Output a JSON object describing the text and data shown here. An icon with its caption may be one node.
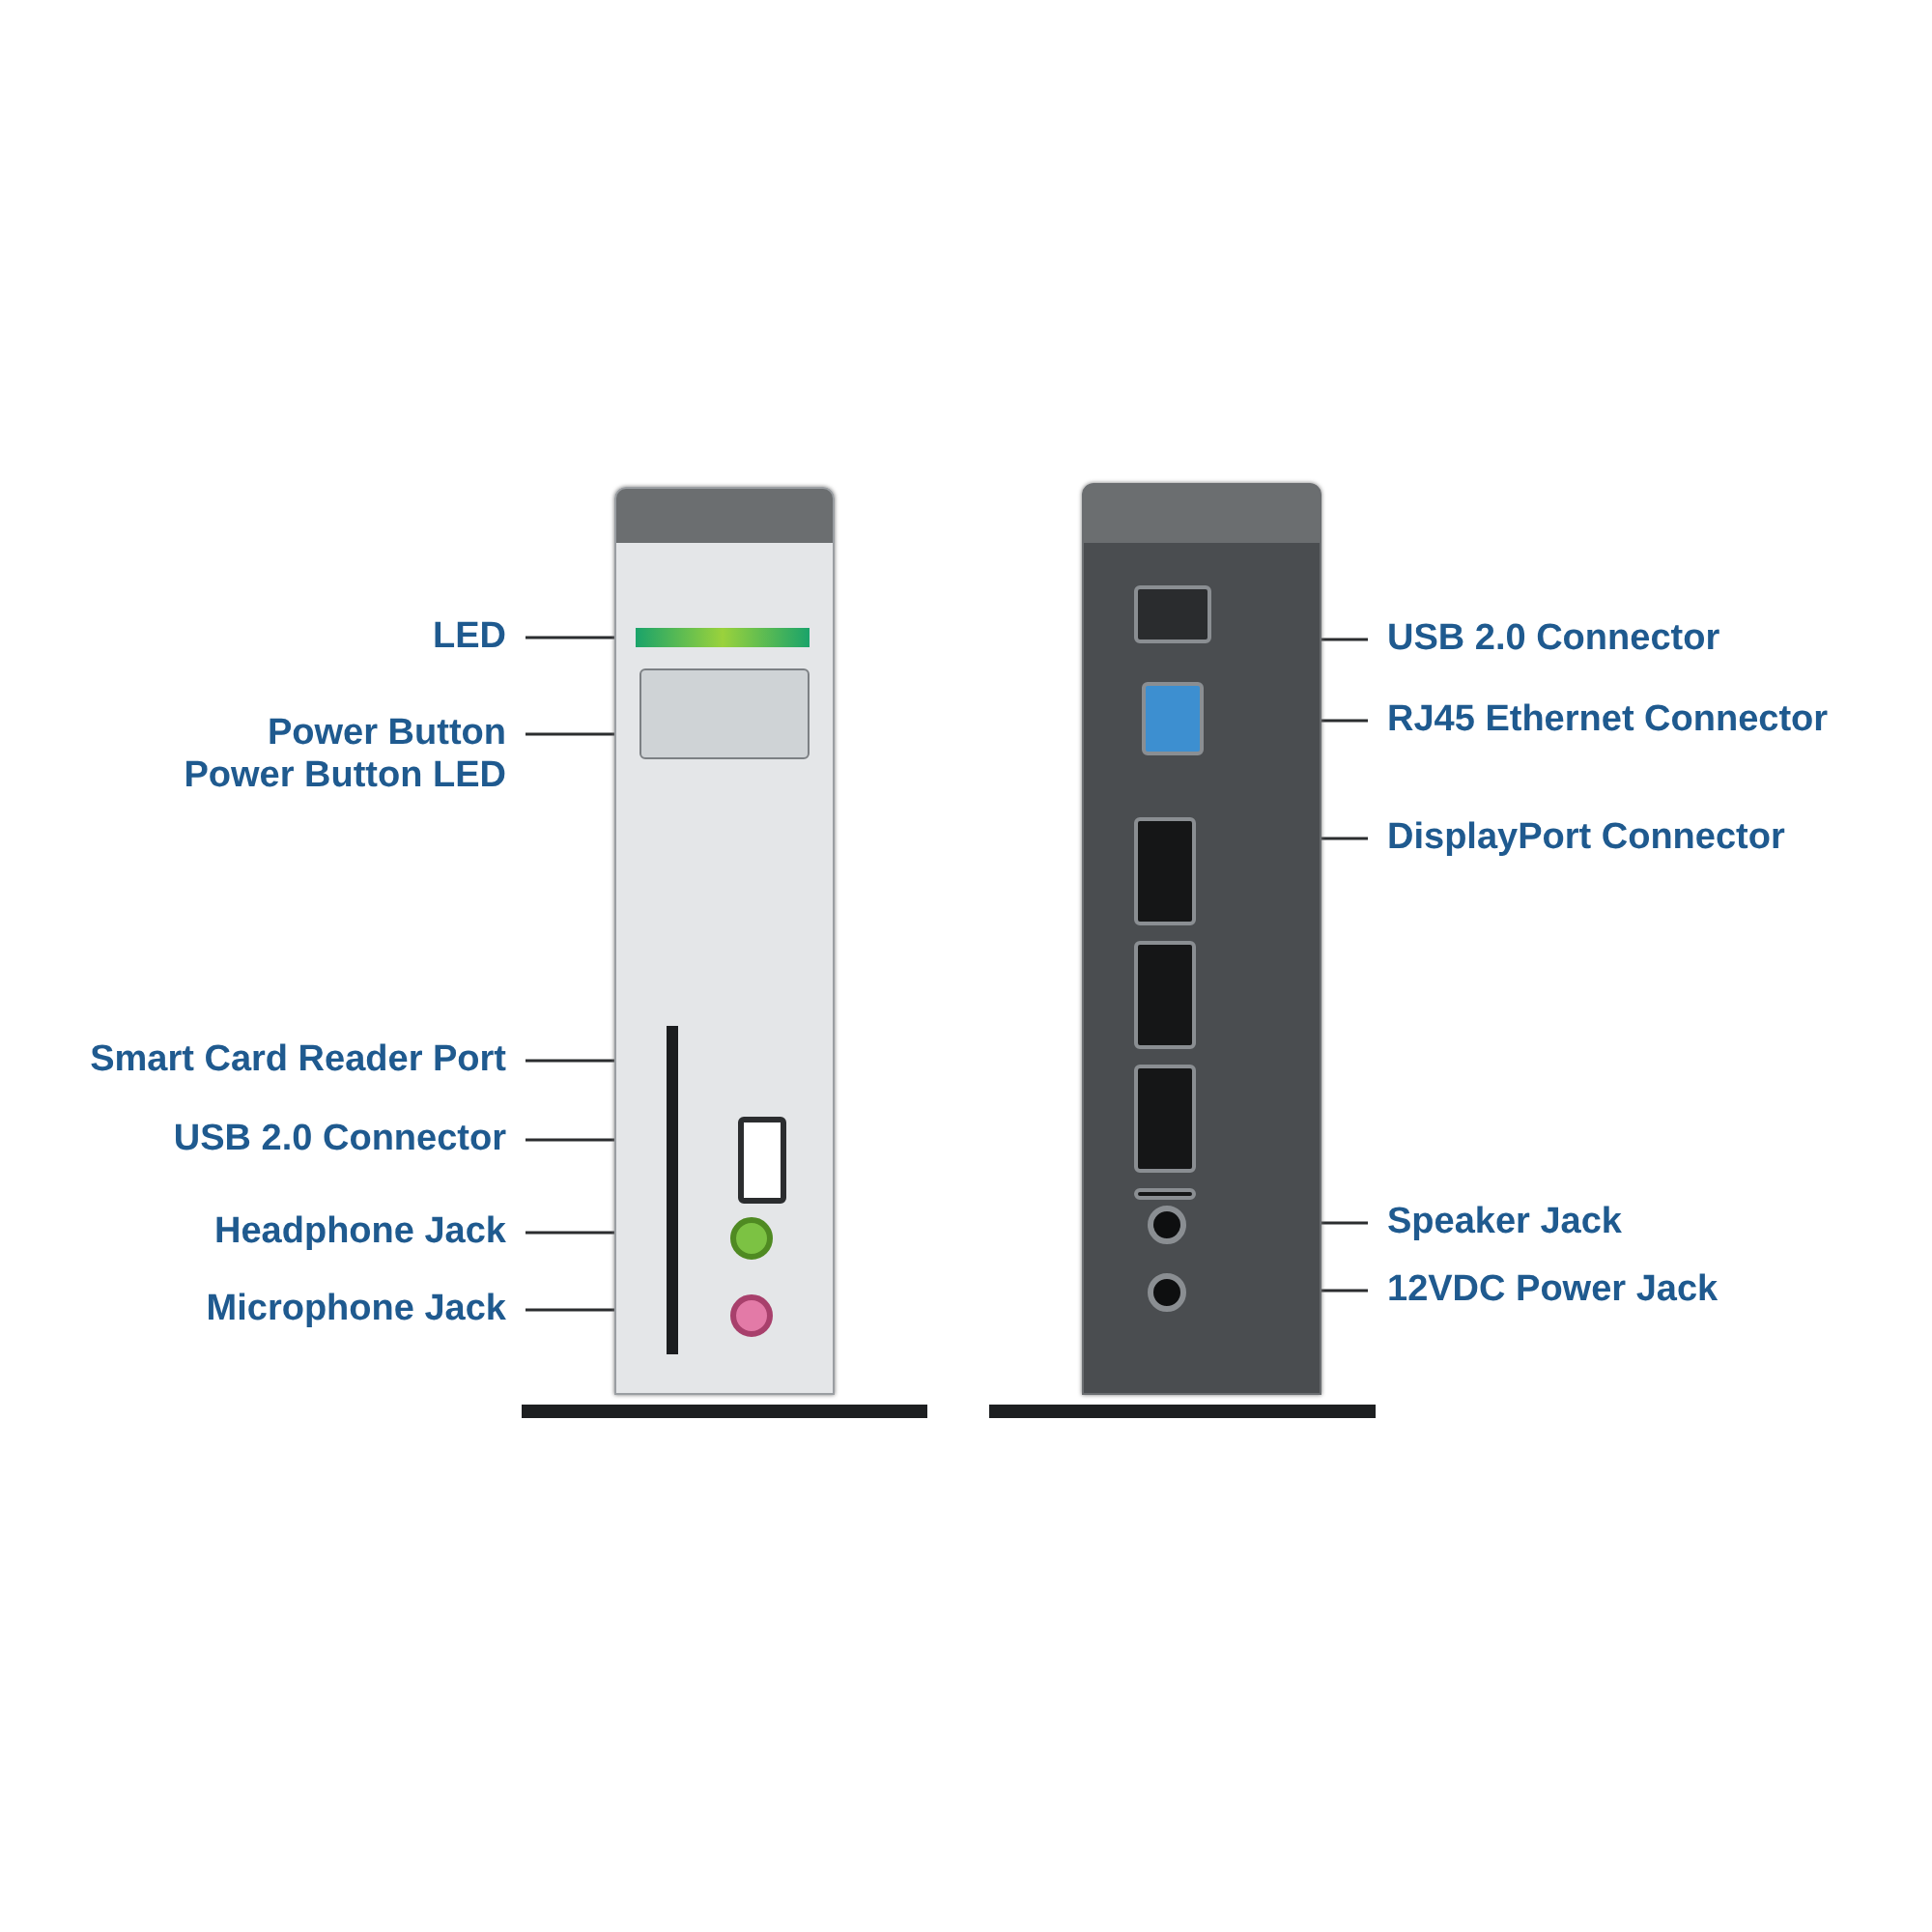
{
  "diagram": {
    "nodes": [
      {
        "text": [],
        "shape": "picture"
      },
      {
        "text": [],
        "shape": "bar",
        "in": 0
      },
      {
        "text": [],
        "shape": "box",
        "in": 0
      },
      {
        "text": [],
        "shape": "bar",
        "in": 0
      },
      {
        "text": [],
        "shape": "box",
        "in": 0
      },
      {
        "text": [],
        "shape": "circle",
        "in": 0
      },
      {
        "text": [],
        "shape": "circle",
        "in": 0
      },
      {
        "text": [],
        "shape": "picture"
      },
      {
        "text": [],
        "shape": "box",
        "in": 7
      },
      {
        "text": [],
        "shape": "box",
        "in": 7
      },
      {
        "text": [],
        "shape": "box",
        "in": 7
      },
      {
        "text": [],
        "shape": "box",
        "in": 7
      },
      {
        "text": [],
        "shape": "box",
        "in": 7
      },
      {
        "text": [],
        "shape": "box",
        "in": 7
      },
      {
        "text": [],
        "shape": "circle",
        "in": 7
      },
      {
        "text": [],
        "shape": "circle",
        "in": 7
      },
      {
        "text": [
          "LED"
        ]
      },
      {
        "text": [
          "Power Button",
          "Power Button LED"
        ]
      },
      {
        "text": [
          "Smart Card Reader Port"
        ]
      },
      {
        "text": [
          "USB 2.0 Connector"
        ]
      },
      {
        "text": [
          "Headphone Jack"
        ]
      },
      {
        "text": [
          "Microphone Jack"
        ]
      },
      {
        "text": [
          "USB 2.0 Connector"
        ]
      },
      {
        "text": [
          "RJ45 Ethernet Connector"
        ]
      },
      {
        "text": [
          "DisplayPort Connector"
        ]
      },
      {
        "text": [
          "Speaker Jack"
        ]
      },
      {
        "text": [
          "12VDC Power Jack"
        ]
      }
    ],
    "edges": [
      {
        "from": 16,
        "to": 1,
        "arrow": "none"
      },
      {
        "from": 17,
        "to": 2,
        "arrow": "none"
      },
      {
        "from": 18,
        "to": 3,
        "arrow": "none"
      },
      {
        "from": 19,
        "to": 4,
        "arrow": "none"
      },
      {
        "from": 20,
        "to": 5,
        "arrow": "none"
      },
      {
        "from": 21,
        "to": 6,
        "arrow": "none"
      },
      {
        "from": 22,
        "to": 8,
        "arrow": "none"
      },
      {
        "from": 23,
        "to": 9,
        "arrow": "none"
      },
      {
        "from": 24,
        "to": 10,
        "arrow": "none"
      },
      {
        "from": 25,
        "to": 14,
        "arrow": "none"
      },
      {
        "from": 26,
        "to": 15,
        "arrow": "none"
      }
    ]
  }
}
